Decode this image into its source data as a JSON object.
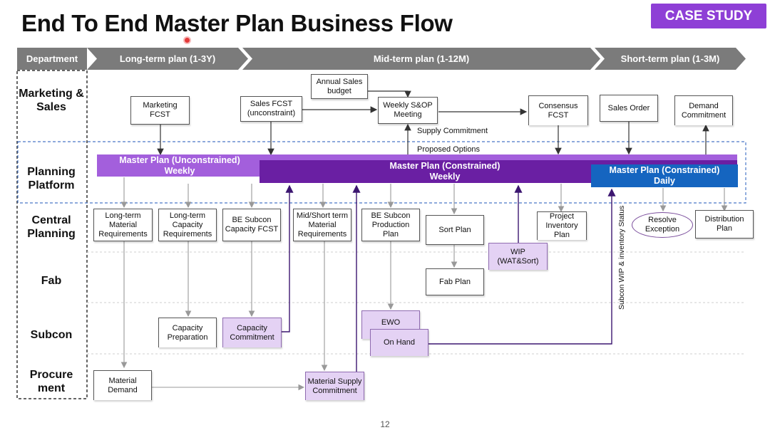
{
  "title": "End To End Master Plan Business Flow",
  "badge": "CASE STUDY",
  "page_number": "12",
  "header": {
    "department": "Department",
    "phases": [
      "Long-term plan  (1-3Y)",
      "Mid-term plan  (1-12M)",
      "Short-term plan  (1-3M)"
    ]
  },
  "rows": {
    "marketing": "Marketing & Sales",
    "planning": "Planning Platform",
    "central": "Central Planning",
    "fab": "Fab",
    "subcon": "Subcon",
    "procurement": "Procure ment"
  },
  "bars": {
    "unconstrained": {
      "line1": "Master Plan  (Unconstrained)",
      "line2": "Weekly"
    },
    "constrained_weekly": {
      "line1": "Master Plan  (Constrained)",
      "line2": "Weekly"
    },
    "constrained_daily": {
      "line1": "Master Plan  (Constrained)",
      "line2": "Daily"
    }
  },
  "nodes": {
    "marketing_fcst": "Marketing FCST",
    "sales_fcst": "Sales FCST (unconstraint)",
    "annual_budget": "Annual Sales budget",
    "weekly_sop": "Weekly S&OP Meeting",
    "consensus_fcst": "Consensus FCST",
    "sales_order": "Sales Order",
    "demand_commitment": "Demand Commitment",
    "lt_material": "Long-term Material Requirements",
    "lt_capacity": "Long-term Capacity Requirements",
    "be_subcon_cap": "BE Subcon Capacity FCST",
    "mid_short_material": "Mid/Short term Material Requirements",
    "be_subcon_prod": "BE Subcon Production Plan",
    "sort_plan": "Sort Plan",
    "wip": "WIP (WAT&Sort)",
    "project_inventory": "Project Inventory Plan",
    "resolve_exception": "Resolve Exception",
    "distribution_plan": "Distribution Plan",
    "fab_plan": "Fab Plan",
    "capacity_prep": "Capacity Preparation",
    "capacity_commit": "Capacity Commitment",
    "ewo": "EWO",
    "on_hand": "On Hand",
    "material_demand": "Material Demand",
    "material_supply": "Material Supply Commitment"
  },
  "labels": {
    "supply_commitment": "Supply Commitment",
    "proposed_options": "Proposed Options",
    "subcon_status": "Subcon WIP & inventory Status"
  },
  "colors": {
    "header_gray": "#7b7b7b",
    "unconstrained_bar": "#a35fdc",
    "constrained_bar": "#6a1fa3",
    "daily_bar": "#1565c0",
    "badge": "#8e3fd6",
    "light_purple_box": "#e4d2f4"
  }
}
